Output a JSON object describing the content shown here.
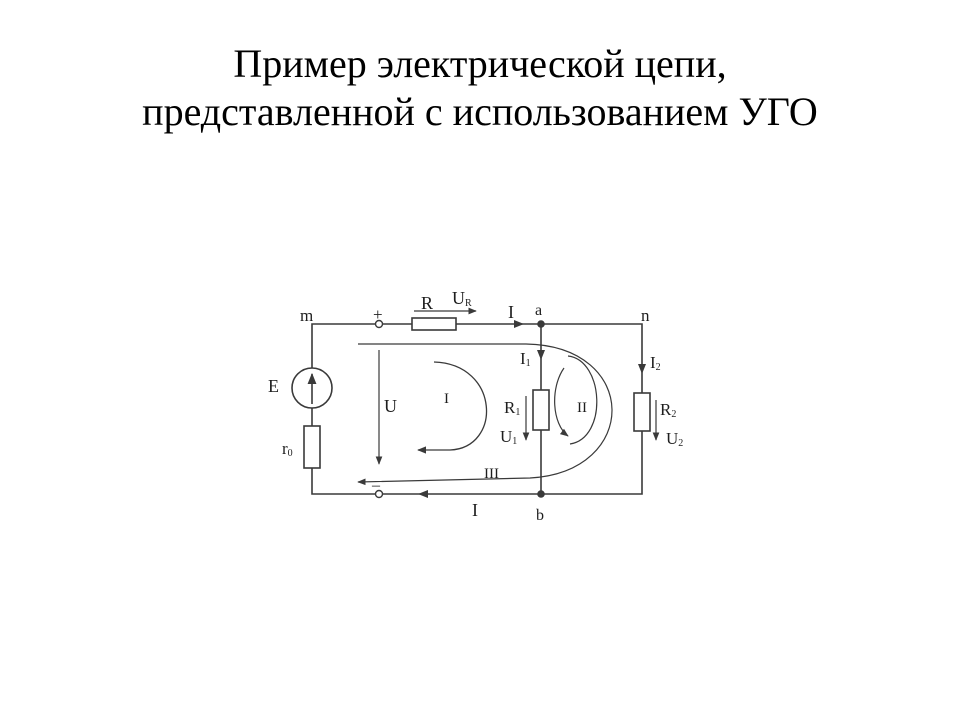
{
  "slide": {
    "title_line1": "Пример электрической цепи,",
    "title_line2": "представленной с использованием УГО"
  },
  "circuit": {
    "nodes": {
      "m": "m",
      "n": "n",
      "a": "a",
      "b": "b"
    },
    "resistor_r": "R",
    "voltage_ur": "U",
    "voltage_ur_sub": "R",
    "current_top": "I",
    "current_bottom": "I",
    "plus": "+",
    "minus": "–",
    "source_e": "E",
    "internal_r": "r",
    "internal_r_sub": "0",
    "voltage_u": "U",
    "loop_1": "I",
    "loop_2": "II",
    "loop_3": "III",
    "current_1": "I",
    "current_1_sub": "1",
    "resistor_1": "R",
    "resistor_1_sub": "1",
    "voltage_1": "U",
    "voltage_1_sub": "1",
    "current_2": "I",
    "current_2_sub": "2",
    "resistor_2": "R",
    "resistor_2_sub": "2",
    "voltage_2": "U",
    "voltage_2_sub": "2",
    "colors": {
      "wire": "#3a3a3a",
      "background": "#ffffff"
    }
  }
}
